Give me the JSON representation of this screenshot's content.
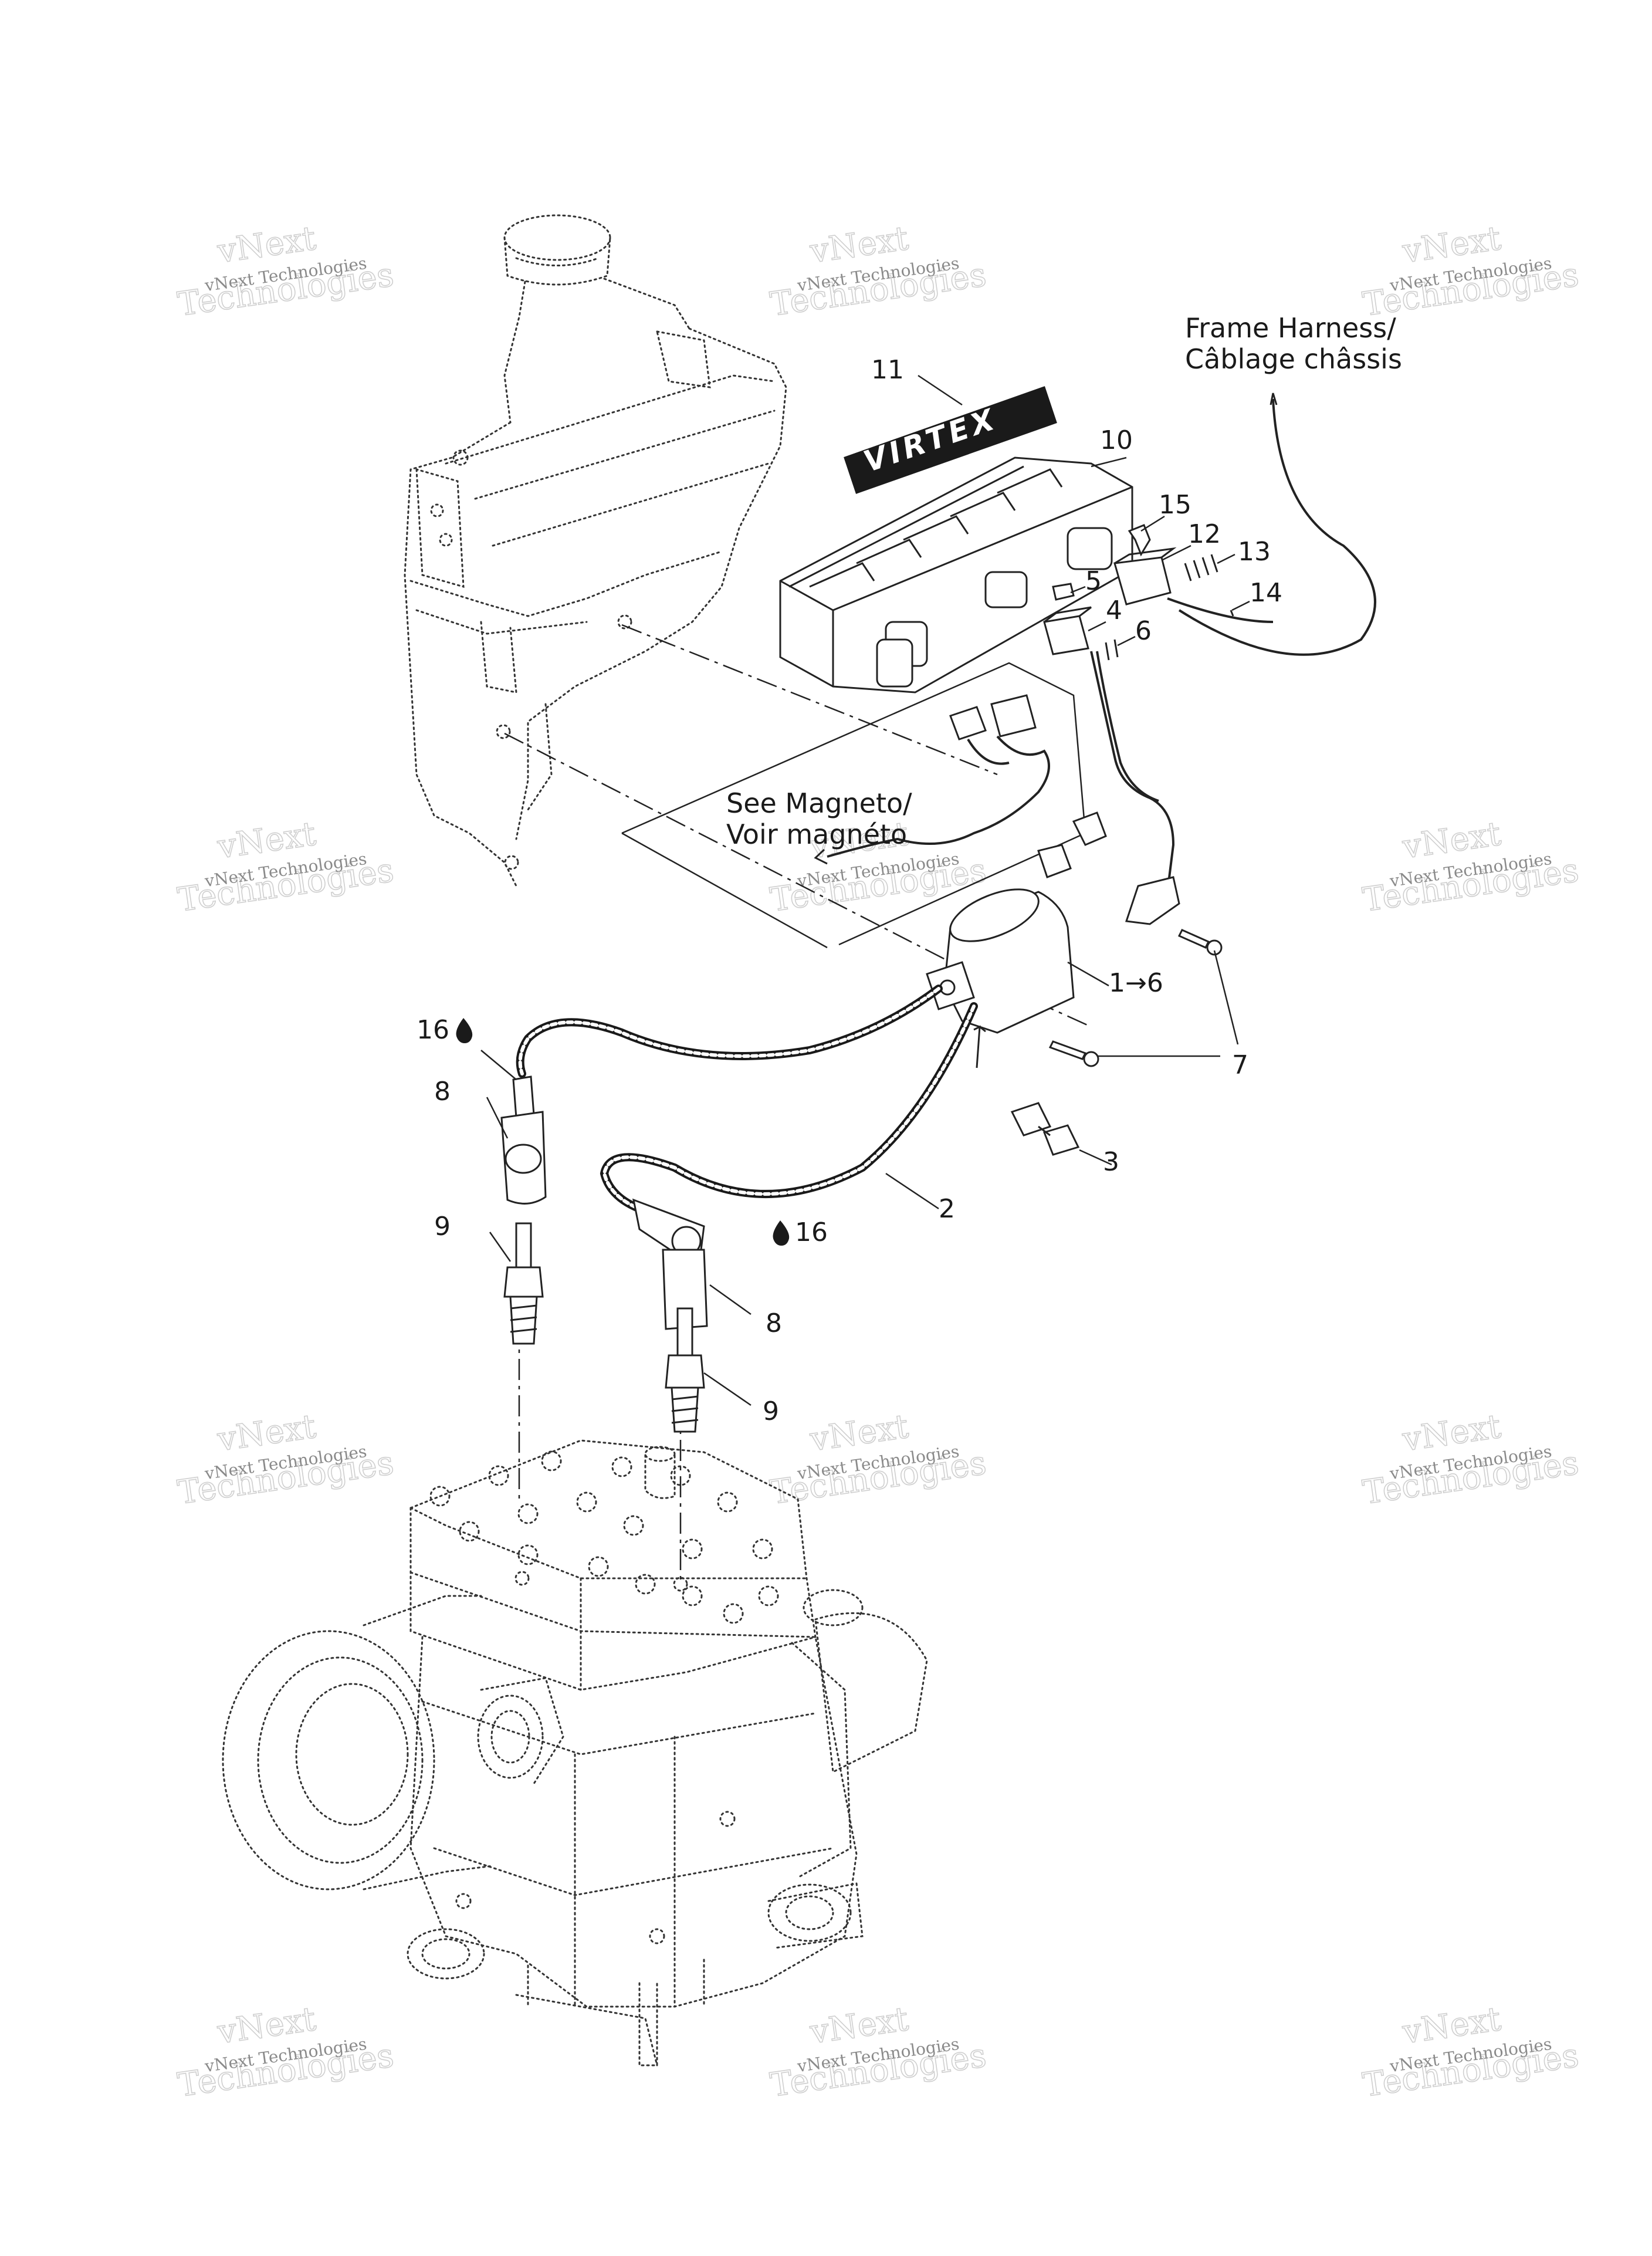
{
  "diagram": {
    "callouts": {
      "c1": "1→6",
      "c2": "2",
      "c3": "3",
      "c4": "4",
      "c5": "5",
      "c6": "6",
      "c7": "7",
      "c8a": "8",
      "c8b": "8",
      "c9a": "9",
      "c9b": "9",
      "c10": "10",
      "c11": "11",
      "c12": "12",
      "c13": "13",
      "c14": "14",
      "c15": "15",
      "c16a": "16",
      "c16b": "16"
    },
    "notes": {
      "frame_harness_line1": "Frame Harness/",
      "frame_harness_line2": "Câblage châssis",
      "see_magneto_line1": "See Magneto/",
      "see_magneto_line2": "Voir magnéto"
    },
    "module_logo": "VIRTEX"
  },
  "watermark": {
    "line1": "vNext Technologies",
    "line2": "vNext",
    "line3": "Technologies"
  }
}
